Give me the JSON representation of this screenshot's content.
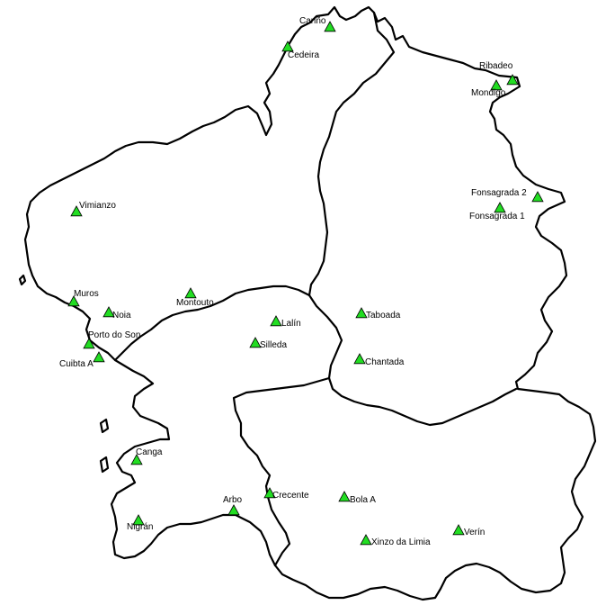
{
  "map": {
    "marker_color": "#22dd22",
    "border_color": "#000000",
    "background": "#ffffff",
    "stations": [
      {
        "name": "Cariño"
      },
      {
        "name": "Cedeira"
      },
      {
        "name": "Ribadeo"
      },
      {
        "name": "Mondigo"
      },
      {
        "name": "Vimianzo"
      },
      {
        "name": "Fonsagrada 2"
      },
      {
        "name": "Fonsagrada 1"
      },
      {
        "name": "Muros"
      },
      {
        "name": "Noia"
      },
      {
        "name": "Montouto"
      },
      {
        "name": "Porto do Son"
      },
      {
        "name": "Cuibta A"
      },
      {
        "name": "Lalín"
      },
      {
        "name": "Taboada"
      },
      {
        "name": "Silleda"
      },
      {
        "name": "Chantada"
      },
      {
        "name": "Canga"
      },
      {
        "name": "Arbo"
      },
      {
        "name": "Crecente"
      },
      {
        "name": "Bola A"
      },
      {
        "name": "Nigrán"
      },
      {
        "name": "Verín"
      },
      {
        "name": "Xinzo da Limia"
      }
    ]
  }
}
